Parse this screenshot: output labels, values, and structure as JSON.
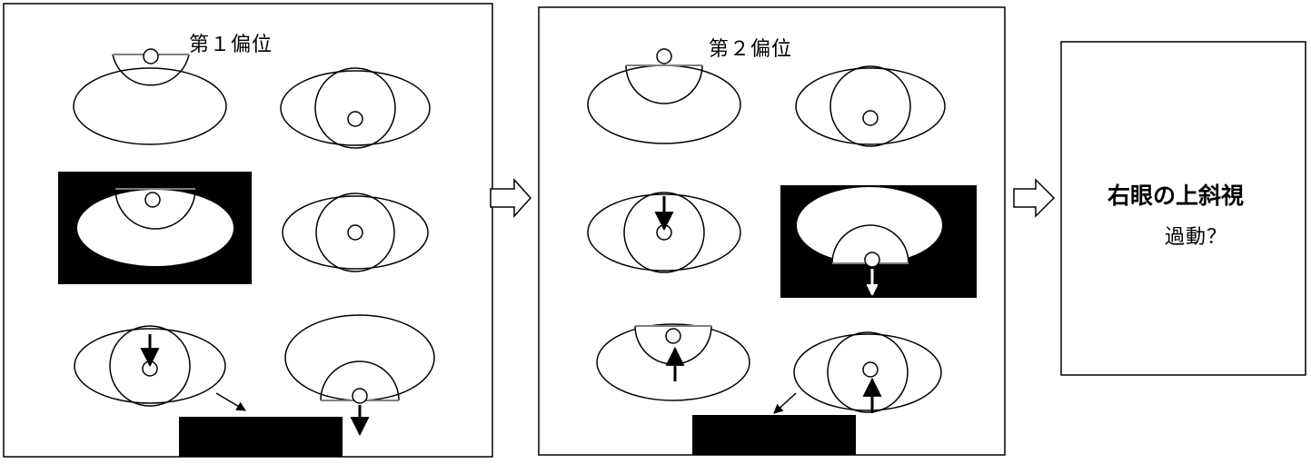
{
  "panels": [
    {
      "title": "第１偏位"
    },
    {
      "title": "第２偏位"
    }
  ],
  "conclusion": {
    "title": "右眼の上斜視",
    "subtitle": "過動？"
  },
  "colors": {
    "ink": "#000000",
    "paper": "#ffffff",
    "lid_highlight": "#7f7f7f"
  },
  "icons": [
    "arrow-right-outline-icon",
    "arrow-right-outline-icon"
  ]
}
